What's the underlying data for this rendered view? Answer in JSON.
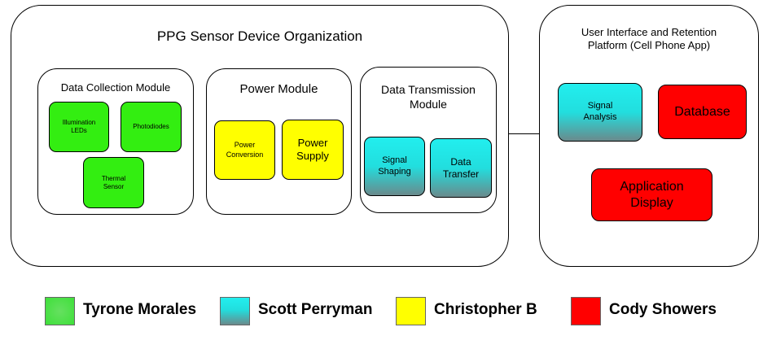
{
  "device": {
    "title": "PPG Sensor Device Organization",
    "data_collection": {
      "title": "Data Collection Module",
      "illumination": "Illumination LEDs",
      "photodiodes": "Photodiodes",
      "thermal": "Thermal Sensor"
    },
    "power": {
      "title": "Power Module",
      "conversion": "Power Conversion",
      "supply": "Power Supply"
    },
    "transmission": {
      "title": "Data Transmission Module",
      "shaping": "Signal Shaping",
      "transfer": "Data Transfer"
    }
  },
  "app": {
    "title": "User Interface and Retention Platform (Cell Phone App)",
    "signal_analysis": "Signal Analysis",
    "database": "Database",
    "display": "Application Display"
  },
  "legend": [
    {
      "name": "Tyrone Morales",
      "color": "#33ee11"
    },
    {
      "name": "Scott Perryman",
      "color": "#22dede"
    },
    {
      "name": "Christopher B",
      "color": "#ffff00"
    },
    {
      "name": "Cody Showers",
      "color": "#ff0000"
    }
  ]
}
